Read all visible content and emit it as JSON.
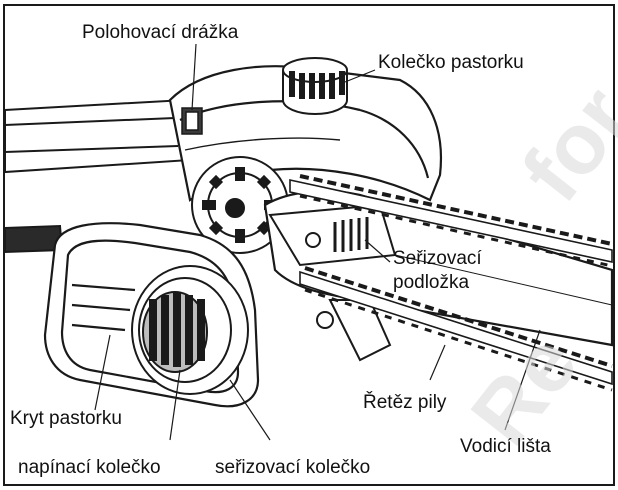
{
  "labels": {
    "polohovaci_drazka": "Polohovací drážka",
    "kolecko_pastorku": "Kolečko pastorku",
    "serizovaci_1": "Seřizovací",
    "serizovaci_2": "podložka",
    "kryt_pastorku": "Kryt pastorku",
    "retez_pily": "Řetěz pily",
    "vodici_lista": "Vodicí lišta",
    "napinaci_kolecko": "napínací kolečko",
    "serizovaci_kolecko": "seřizovací kolečko"
  },
  "watermark": {
    "line1": "for",
    "line2": "Re"
  },
  "colors": {
    "ink": "#111111",
    "line": "#1a1a1a",
    "shade": "#bdbdbd",
    "watermark": "#d9d9d9"
  }
}
